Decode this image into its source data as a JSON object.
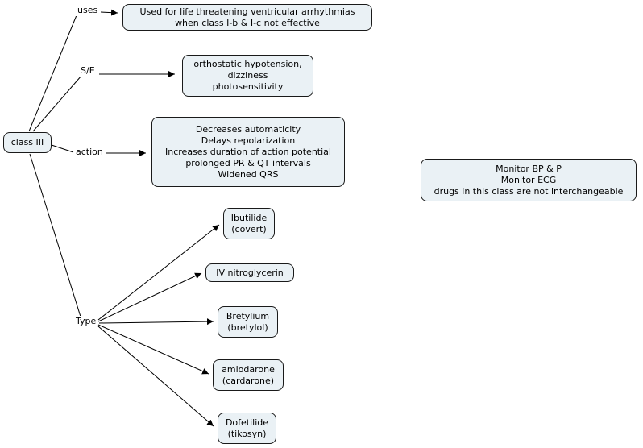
{
  "root": {
    "lines": [
      "class III"
    ]
  },
  "edge_labels": {
    "uses": "uses",
    "se": "S/E",
    "action": "action",
    "type": "Type"
  },
  "nodes": {
    "uses_box": {
      "lines": [
        "Used for life threatening ventricular arrhythmias",
        "when class I-b & I-c not effective"
      ]
    },
    "se_box": {
      "lines": [
        "orthostatic hypotension,",
        "dizziness",
        "photosensitivity"
      ]
    },
    "action_box": {
      "lines": [
        "Decreases automaticity",
        "Delays repolarization",
        "Increases duration of action potential",
        "prolonged PR &  QT intervals",
        "Widened QRS"
      ]
    },
    "monitor_box": {
      "lines": [
        "Monitor BP & P",
        "Monitor ECG",
        "drugs in this class are not interchangeable"
      ]
    },
    "ibutilide": {
      "lines": [
        "Ibutilide",
        "(covert)"
      ]
    },
    "iv_nitroglycerin": {
      "lines": [
        "IV nitroglycerin"
      ]
    },
    "bretylium": {
      "lines": [
        "Bretylium",
        "(bretylol)"
      ]
    },
    "amiodarone": {
      "lines": [
        "amiodarone",
        "(cardarone)"
      ]
    },
    "dofetilide": {
      "lines": [
        "Dofetilide",
        "(tikosyn)"
      ]
    }
  },
  "colors": {
    "node_bg": "#eaf1f5",
    "node_border": "#1a1a1a",
    "line_color": "#000000",
    "text_color": "#000000",
    "canvas_bg": "#ffffff"
  }
}
